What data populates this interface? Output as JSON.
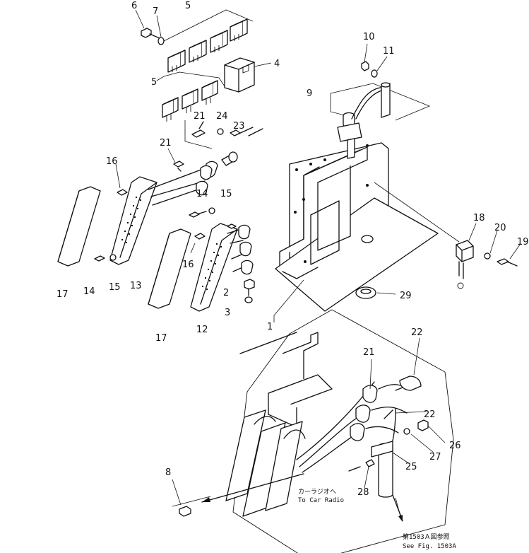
{
  "callouts": {
    "c1": "1",
    "c2": "2",
    "c3": "3",
    "c4": "4",
    "c5a": "5",
    "c5b": "5",
    "c6": "6",
    "c7": "7",
    "c8": "8",
    "c9": "9",
    "c10": "10",
    "c11": "11",
    "c12": "12",
    "c13": "13",
    "c14a": "14",
    "c14b": "14",
    "c15a": "15",
    "c15b": "15",
    "c16a": "16",
    "c16b": "16",
    "c17a": "17",
    "c17b": "17",
    "c18": "18",
    "c19": "19",
    "c20": "20",
    "c21a": "21",
    "c21b": "21",
    "c21c": "21",
    "c22a": "22",
    "c22b": "22",
    "c23": "23",
    "c24": "24",
    "c25": "25",
    "c26": "26",
    "c27": "27",
    "c28": "28",
    "c29": "29"
  },
  "notes": {
    "radio_jp": "カーラジオへ",
    "radio_en": "To Car Radio",
    "fig_jp": "第1503Ａ図参照",
    "fig_en": "See Fig. 1503A"
  }
}
